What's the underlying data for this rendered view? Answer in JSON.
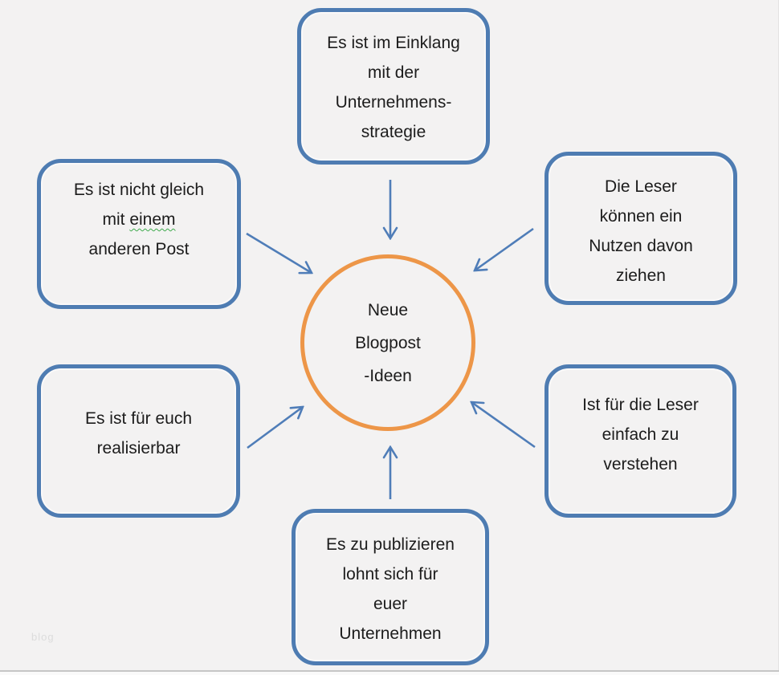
{
  "watermark": "blog",
  "colors": {
    "box_border_blue": "#4e7cb2",
    "circle_border_orange": "#ed9648",
    "arrow_blue": "#4f7db8",
    "spellcheck_green": "#3faa4e",
    "background": "#f3f2f2",
    "text": "#1c1c1c",
    "watermark_gray": "#dcdcdc"
  },
  "diagram": {
    "center": {
      "id": "center",
      "lines": [
        "Neue",
        "Blogpost",
        "-Ideen"
      ]
    },
    "nodes": [
      {
        "id": "einklang-strategie",
        "position": "top",
        "lines": [
          "Es ist im Einklang",
          "mit der",
          "Unternehmens-",
          "strategie"
        ]
      },
      {
        "id": "nicht-gleich",
        "position": "left-top",
        "lines": [
          "Es ist nicht gleich",
          [
            {
              "text": "mit "
            },
            {
              "text": "einem",
              "underline": "spellcheck"
            }
          ],
          "anderen Post"
        ]
      },
      {
        "id": "leser-nutzen",
        "position": "right-top",
        "lines": [
          "Die Leser",
          "können ein",
          "Nutzen davon",
          "ziehen"
        ]
      },
      {
        "id": "realisierbar",
        "position": "left-bottom",
        "lines": [
          "Es ist für euch",
          "realisierbar"
        ]
      },
      {
        "id": "einfach-verstehen",
        "position": "right-bottom",
        "lines": [
          "Ist für die Leser",
          "einfach zu",
          "verstehen"
        ]
      },
      {
        "id": "publizieren-lohnt",
        "position": "bottom",
        "lines": [
          "Es zu publizieren",
          "lohnt sich für",
          "euer",
          "Unternehmen"
        ]
      }
    ],
    "edges": [
      {
        "from": "einklang-strategie",
        "to": "center"
      },
      {
        "from": "nicht-gleich",
        "to": "center"
      },
      {
        "from": "leser-nutzen",
        "to": "center"
      },
      {
        "from": "realisierbar",
        "to": "center"
      },
      {
        "from": "einfach-verstehen",
        "to": "center"
      },
      {
        "from": "publizieren-lohnt",
        "to": "center"
      }
    ]
  }
}
